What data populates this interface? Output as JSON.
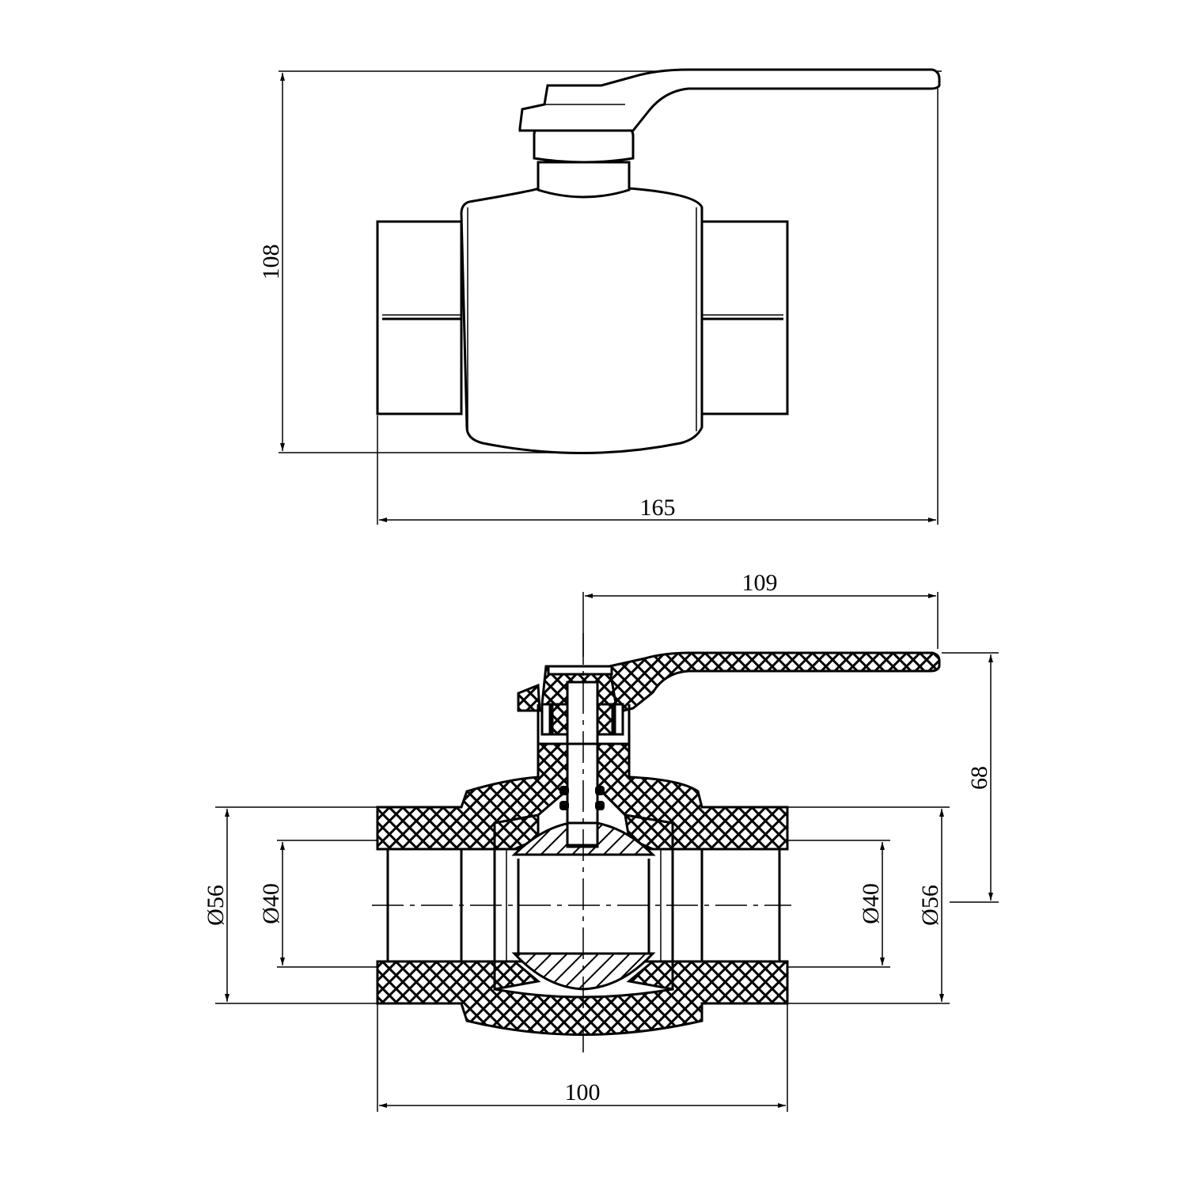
{
  "drawing": {
    "title": "Ball valve technical drawing",
    "top_view": {
      "dimensions": {
        "height": "108",
        "length": "165"
      }
    },
    "section_view": {
      "dimensions": {
        "handle_reach": "109",
        "stem_height": "68",
        "outer_diameter_left": "Ø56",
        "inner_diameter_left": "Ø40",
        "inner_diameter_right": "Ø40",
        "outer_diameter_right": "Ø56",
        "body_length": "100"
      }
    }
  }
}
